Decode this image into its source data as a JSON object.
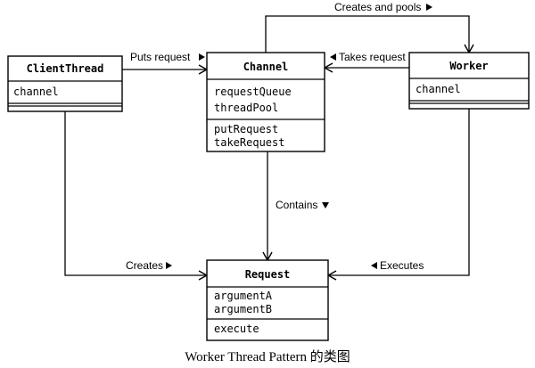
{
  "classes": {
    "client_thread": {
      "name": "ClientThread",
      "attributes": [
        "channel"
      ],
      "operations": []
    },
    "channel": {
      "name": "Channel",
      "attributes": [
        "requestQueue",
        "threadPool"
      ],
      "operations": [
        "putRequest",
        "takeRequest"
      ]
    },
    "worker": {
      "name": "Worker",
      "attributes": [
        "channel"
      ],
      "operations": []
    },
    "request": {
      "name": "Request",
      "attributes": [
        "argumentA",
        "argumentB"
      ],
      "operations": [
        "execute"
      ]
    }
  },
  "relations": {
    "puts_request": "Puts request",
    "takes_request": "Takes request",
    "creates_and_pools": "Creates and pools",
    "contains": "Contains",
    "creates": "Creates",
    "executes": "Executes"
  },
  "caption": "Worker Thread Pattern 的类图"
}
